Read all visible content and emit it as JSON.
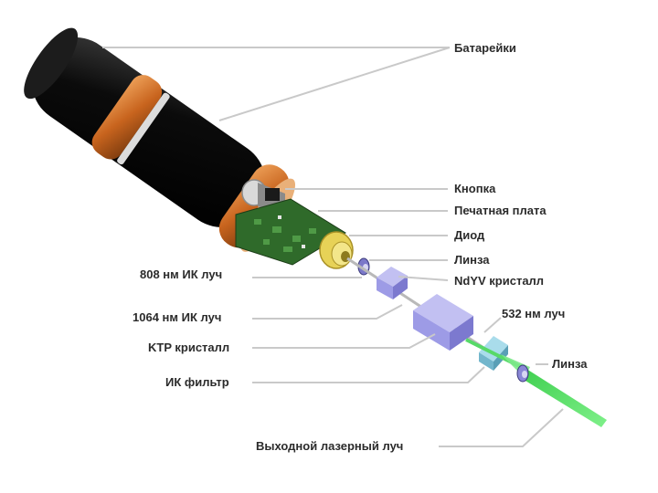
{
  "labels": {
    "batteries": "Батарейки",
    "button": "Кнопка",
    "pcb": "Печатная плата",
    "diode": "Диод",
    "lens_top": "Линза",
    "ndyv": "NdYV кристалл",
    "beam_532": "532 нм луч",
    "lens_right": "Линза",
    "ir_808": "808 нм ИК луч",
    "ir_1064": "1064 нм ИК луч",
    "ktp": "KTP кристалл",
    "ir_filter": "ИК фильтр",
    "output_beam": "Выходной лазерный луч"
  },
  "colors": {
    "battery_body": "#0d0d0d",
    "battery_cap": "#c8641e",
    "pcb": "#2f6a2a",
    "diode": "#e7d257",
    "crystal": "#9d9be6",
    "filter": "#8fcde0",
    "green_beam": "#5ee36a",
    "leader": "#c9c9c9",
    "label_text": "#2b2b2b"
  }
}
